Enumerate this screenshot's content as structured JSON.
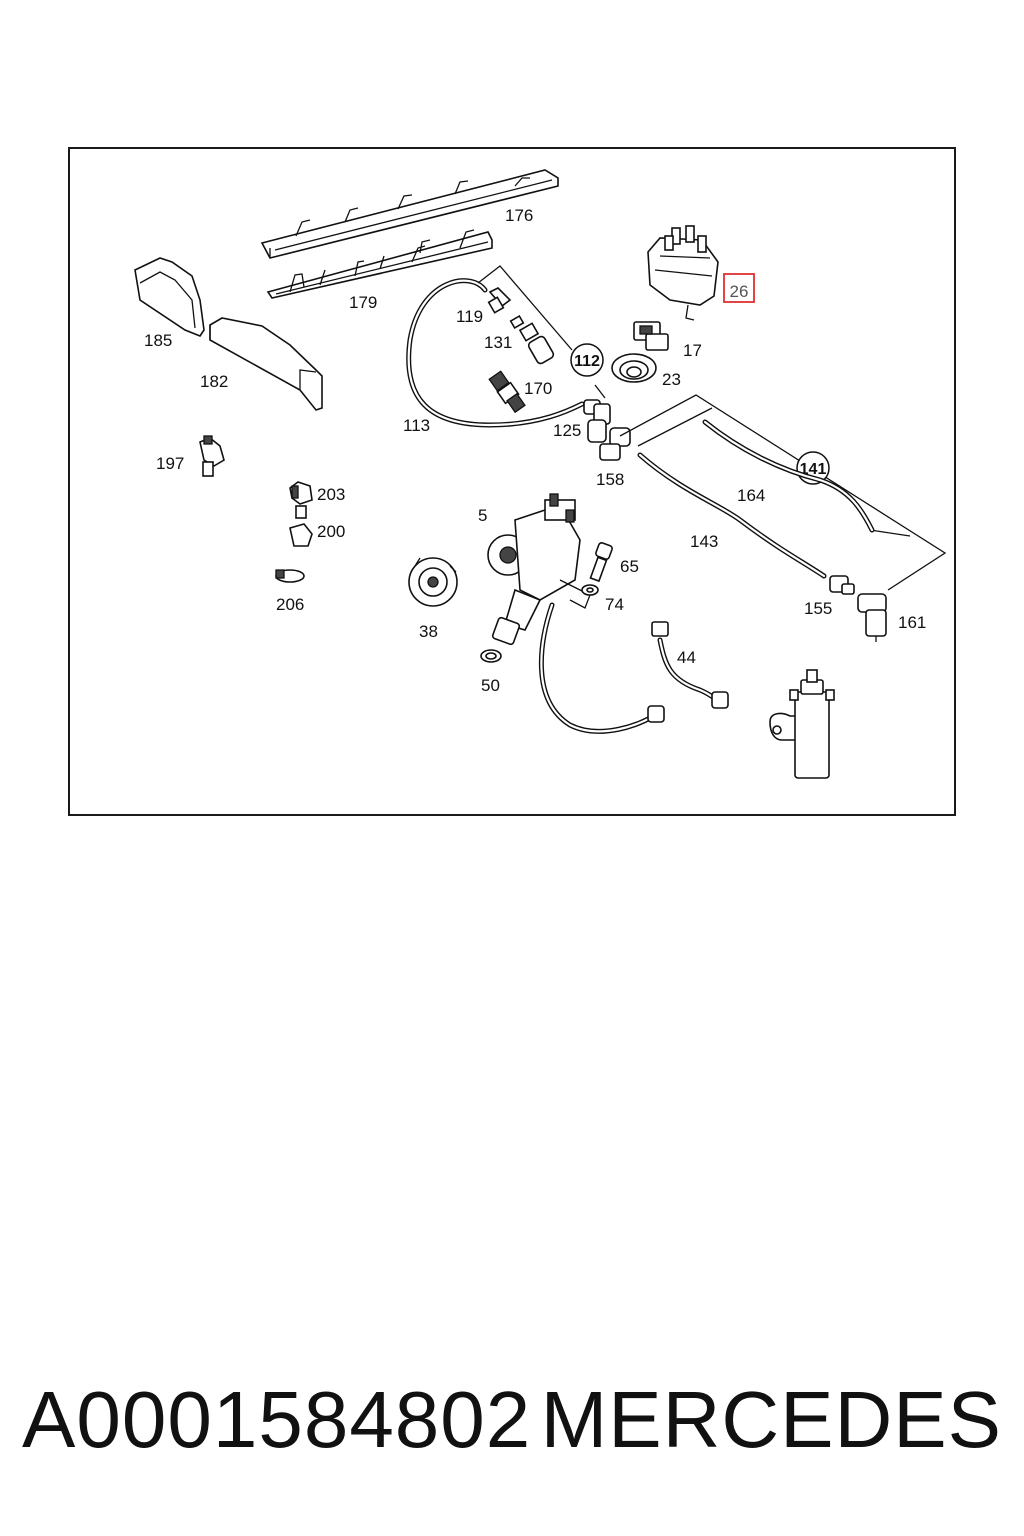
{
  "diagram": {
    "labels": {
      "l176": "176",
      "l179": "179",
      "l185": "185",
      "l182": "182",
      "l119": "119",
      "l131": "131",
      "l170": "170",
      "l113": "113",
      "l125": "125",
      "l158": "158",
      "l26": "26",
      "l17": "17",
      "l23": "23",
      "l164": "164",
      "l143": "143",
      "l155": "155",
      "l161": "161",
      "l197": "197",
      "l203": "203",
      "l200": "200",
      "l206": "206",
      "l5": "5",
      "l65": "65",
      "l74": "74",
      "l38": "38",
      "l50": "50",
      "l44": "44"
    },
    "group_callouts": {
      "c112": "112",
      "c141": "141"
    },
    "highlight_color": "#e03030"
  },
  "footer": {
    "part_number": "A0001584802",
    "brand": "MERCEDES"
  }
}
